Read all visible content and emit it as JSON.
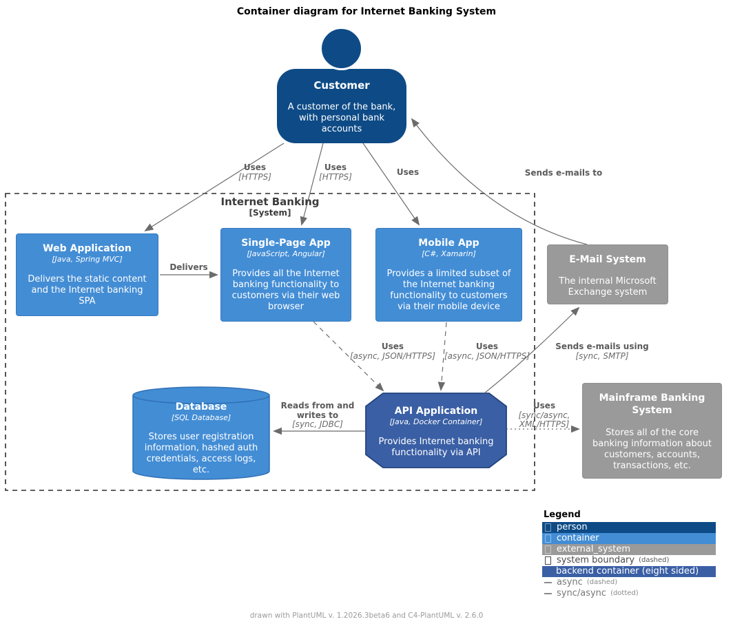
{
  "title": "Container diagram for Internet Banking System",
  "footer": "drawn with PlantUML v. 1.2026.3beta6 and C4-PlantUML v. 2.6.0",
  "boundary": {
    "name": "Internet Banking",
    "type": "[System]"
  },
  "colors": {
    "person": "#0E4B86",
    "container": "#438DD5",
    "container_border": "#3678BE",
    "external_system": "#9A9A9A",
    "backend_container": "#3A5FA5",
    "backend_border": "#23437E",
    "arrow": "#6B6B6B"
  },
  "nodes": {
    "customer": {
      "title": "Customer",
      "description": "A customer of the bank,\nwith personal bank\naccounts"
    },
    "web_app": {
      "title": "Web Application",
      "tech": "[Java, Spring MVC]",
      "description": "Delivers the static content\nand the Internet banking\nSPA"
    },
    "spa": {
      "title": "Single-Page App",
      "tech": "[JavaScript, Angular]",
      "description": "Provides all the Internet\nbanking functionality to\ncustomers via their web\nbrowser"
    },
    "mobile_app": {
      "title": "Mobile App",
      "tech": "[C#, Xamarin]",
      "description": "Provides a limited subset of\nthe Internet banking\nfunctionality to customers\nvia their mobile device"
    },
    "email_system": {
      "title": "E-Mail System",
      "description": "The internal Microsoft\nExchange system"
    },
    "database": {
      "title": "Database",
      "tech": "[SQL Database]",
      "description": "Stores user registration\ninformation, hashed auth\ncredentials, access logs,\netc."
    },
    "api_app": {
      "title": "API Application",
      "tech": "[Java, Docker Container]",
      "description": "Provides Internet banking\nfunctionality via API"
    },
    "mainframe": {
      "title": "Mainframe Banking\nSystem",
      "description": "Stores all of the core\nbanking information about\ncustomers, accounts,\ntransactions, etc."
    }
  },
  "relationships": {
    "customer_web": {
      "label": "Uses",
      "tech": "[HTTPS]"
    },
    "customer_spa": {
      "label": "Uses",
      "tech": "[HTTPS]"
    },
    "customer_mobile": {
      "label": "Uses"
    },
    "email_customer": {
      "label": "Sends e-mails to"
    },
    "web_spa": {
      "label": "Delivers"
    },
    "spa_api": {
      "label": "Uses",
      "tech": "[async, JSON/HTTPS]"
    },
    "mobile_api": {
      "label": "Uses",
      "tech": "[async, JSON/HTTPS]"
    },
    "api_email": {
      "label": "Sends e-mails using",
      "tech": "[sync, SMTP]"
    },
    "api_db": {
      "label": "Reads from and\nwrites to",
      "tech": "[sync, JDBC]"
    },
    "api_mainframe": {
      "label": "Uses",
      "tech": "[sync/async,\nXML/HTTPS]"
    }
  },
  "legend": {
    "title": "Legend",
    "items": [
      {
        "label": "person"
      },
      {
        "label": "container"
      },
      {
        "label": "external_system"
      },
      {
        "label": "system boundary",
        "note": "(dashed)"
      },
      {
        "label": "backend container (eight sided)"
      },
      {
        "label": "async",
        "note": "(dashed)"
      },
      {
        "label": "sync/async",
        "note": "(dotted)"
      }
    ]
  }
}
